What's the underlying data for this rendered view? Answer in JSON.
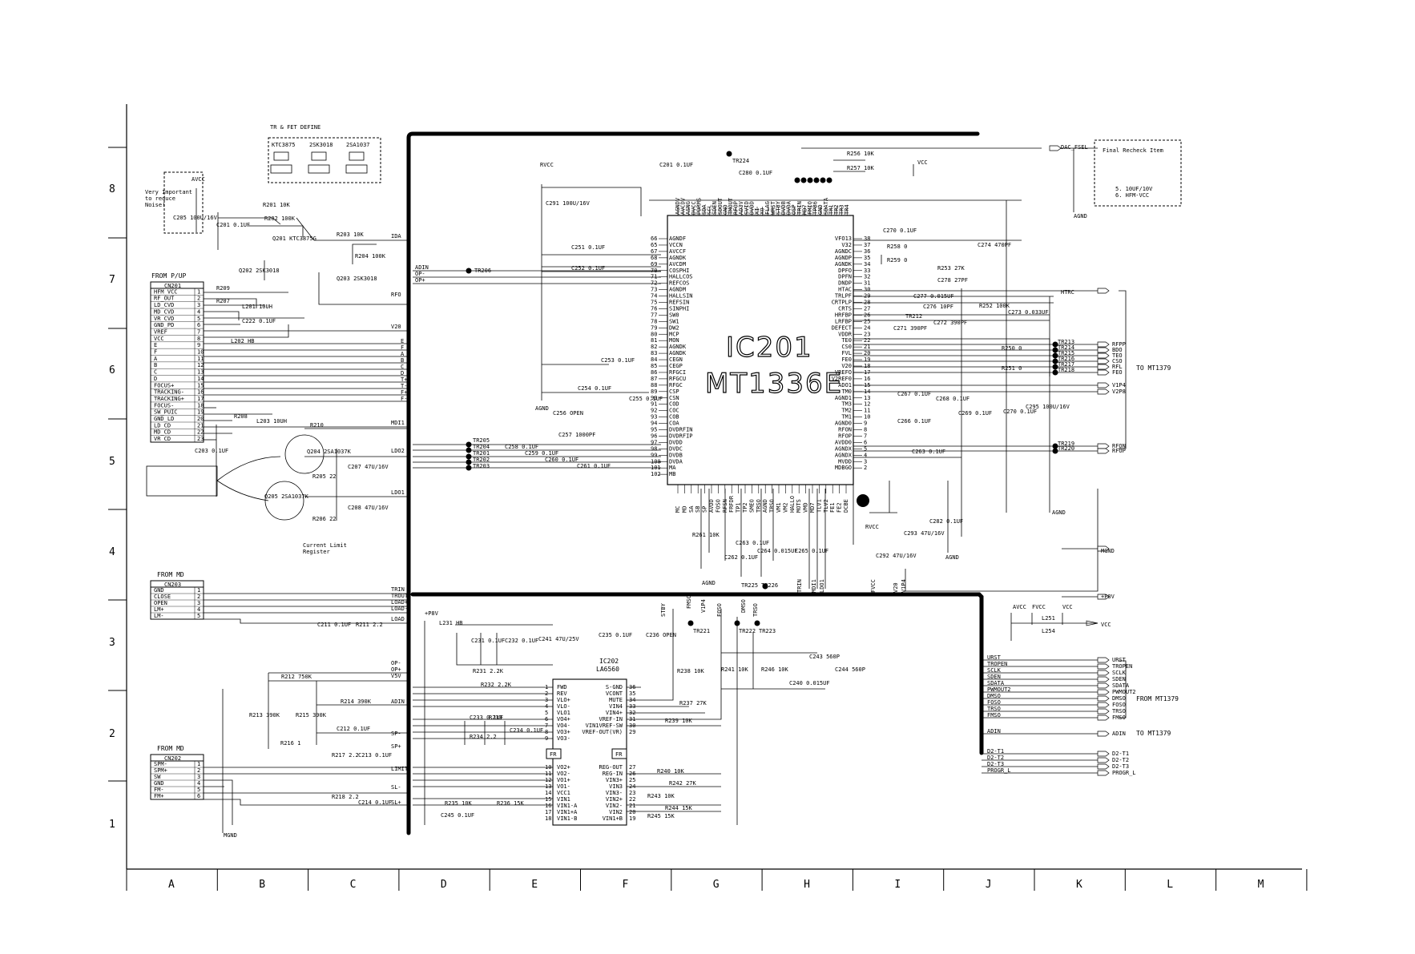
{
  "grid": {
    "rows": [
      "8",
      "7",
      "6",
      "5",
      "4",
      "3",
      "2",
      "1"
    ],
    "columns": [
      "A",
      "B",
      "C",
      "D",
      "E",
      "F",
      "G",
      "H",
      "I",
      "J",
      "K",
      "L",
      "M"
    ]
  },
  "notes": {
    "tr_fet_define": "TR & FET DEFINE",
    "tr_types": [
      "KTC3875",
      "2SK3018",
      "2SA1037"
    ],
    "very_important": [
      "Very Important",
      "to reduce",
      "Noise!"
    ],
    "final_recheck_title": "Final Recheck Item",
    "final_recheck_items": [
      "5. 10UF/10V",
      "6. HFM-VCC"
    ],
    "current_limit": [
      "Current Limit",
      "Register"
    ]
  },
  "ic201": {
    "ref": "IC201",
    "part": "MT1336E",
    "left_pins": [
      "AGNDF",
      "VCCN",
      "AVCCF",
      "AGNDK",
      "AVCDM",
      "COSPHI",
      "HALLCOS",
      "REFCOS",
      "AGNDM",
      "HALLSIN",
      "REFSIN",
      "SINPHI",
      "SW0",
      "SW1",
      "DW2",
      "MCP",
      "MON",
      "AGNDK",
      "AGNDK",
      "CEGN",
      "CEGP",
      "RFGCI",
      "RFGCU",
      "RFGC",
      "CSP",
      "CSN",
      "COD",
      "COC",
      "COB",
      "COA",
      "DVDRFIN",
      "DVDRFIP",
      "DVDD",
      "DVDC",
      "DVDB",
      "DVDA",
      "MA",
      "MB"
    ],
    "left_nums": [
      "66",
      "65",
      "67",
      "68",
      "69",
      "70",
      "71",
      "72",
      "73",
      "74",
      "75",
      "76",
      "77",
      "78",
      "79",
      "80",
      "81",
      "82",
      "83",
      "84",
      "85",
      "86",
      "87",
      "88",
      "89",
      "90",
      "91",
      "92",
      "93",
      "94",
      "95",
      "96",
      "97",
      "98",
      "99",
      "100",
      "101",
      "102"
    ],
    "right_pins": [
      "VFO13",
      "V32",
      "AGNDC",
      "AGNDP",
      "AGNDK",
      "DPFO",
      "DPFN",
      "DNDP",
      "HTAC",
      "TRLPF",
      "CRTPLP",
      "CRTS",
      "HRFBP",
      "LRFBP",
      "DEFECT",
      "VDDR",
      "TE0",
      "CS0",
      "FVL",
      "FE0",
      "V20",
      "VREFO",
      "V2REF0",
      "ADO1",
      "TM0",
      "AGND1",
      "TM3",
      "TM2",
      "TM1",
      "AGND0",
      "RFON",
      "RFOP",
      "AVDD0",
      "AGNDX",
      "AGNDX",
      "MVDD",
      "MDBGO"
    ],
    "right_nums": [
      "38",
      "37",
      "36",
      "35",
      "34",
      "33",
      "32",
      "31",
      "30",
      "29",
      "28",
      "27",
      "26",
      "25",
      "24",
      "23",
      "22",
      "21",
      "20",
      "19",
      "18",
      "17",
      "16",
      "15",
      "14",
      "13",
      "12",
      "11",
      "10",
      "9",
      "8",
      "7",
      "6",
      "5",
      "4",
      "3",
      "2"
    ],
    "top_pins": [
      "AGNDV",
      "AVCDV",
      "ASNG",
      "DVCC",
      "PDRMS",
      "SDA",
      "SCL",
      "SDEN",
      "SDOUT",
      "GND",
      "TMOUT",
      "RFOP",
      "AD3V",
      "SVID",
      "DVDD",
      "XI",
      "XO",
      "FLAG",
      "WRST",
      "STBY",
      "DVDB",
      "DVDA",
      "OSP",
      "TRIN",
      "MD7",
      "FMIO",
      "TPB6",
      "GND",
      "SDATA",
      "TR1",
      "TR2",
      "TR3",
      "TR4"
    ],
    "bottom_pins": [
      "MC",
      "MD",
      "SA",
      "SB",
      "SP",
      "AVDD",
      "FOSO",
      "RFSN",
      "FRFDR",
      "TP1",
      "TP2",
      "SMEO",
      "TRSO",
      "AGND",
      "TRSO",
      "VM1",
      "VM2",
      "HALLO",
      "MOTS",
      "VMD",
      "MD7",
      "TLV1",
      "TLV2",
      "FE1",
      "FE2",
      "DCBE"
    ]
  },
  "ic202": {
    "ref": "IC202",
    "part": "LA6560",
    "left_pins": [
      "FWD",
      "REV",
      "VLO+",
      "VLO-",
      "VLO1",
      "VO4+",
      "VO4-",
      "VO3+",
      "VO3-"
    ],
    "left_nums": [
      "1",
      "2",
      "3",
      "4",
      "5",
      "6",
      "7",
      "8",
      "9"
    ],
    "left_lower_pins": [
      "VO2+",
      "VO2-",
      "VO1+",
      "VO1-",
      "VCC1",
      "VIN1",
      "VIN1-A",
      "VIN1+A",
      "VIN1-B"
    ],
    "left_lower_nums": [
      "10",
      "11",
      "12",
      "13",
      "14",
      "15",
      "16",
      "17",
      "18"
    ],
    "right_pins": [
      "S-GND",
      "VCONT",
      "MUTE",
      "VIN4",
      "VIN4+",
      "VREF-IN",
      "VIN1VREF-SW",
      "VREF-OUT(VR)"
    ],
    "right_nums": [
      "36",
      "35",
      "34",
      "33",
      "32",
      "31",
      "30",
      "29"
    ],
    "right_lower_pins": [
      "REG-OUT",
      "REG-IN",
      "VIN3+",
      "VIN3",
      "VIN3-",
      "VIN2+",
      "VIN2-",
      "VIN2",
      "VIN1+B"
    ],
    "right_lower_nums": [
      "27",
      "26",
      "25",
      "24",
      "23",
      "22",
      "21",
      "20",
      "19"
    ],
    "fr": "FR"
  },
  "cn201": {
    "from": "FROM P/UP",
    "ref": "CN201",
    "pins": [
      "HFM_VCC",
      "RF_OUT",
      "LD_CVD",
      "MD_CVD",
      "VR_CVD",
      "GND_PD",
      "VREF",
      "VCC",
      "E",
      "F",
      "A",
      "B",
      "C",
      "D",
      "FOCUS+",
      "TRACKING-",
      "TRACKING+",
      "FOCUS-",
      "SW_PUIC",
      "GND_LD",
      "LD_CD",
      "MD_CD",
      "VR_CD"
    ],
    "nums": [
      "1",
      "2",
      "3",
      "4",
      "5",
      "6",
      "7",
      "8",
      "9",
      "10",
      "11",
      "12",
      "13",
      "14",
      "15",
      "16",
      "17",
      "18",
      "19",
      "20",
      "21",
      "22",
      "23"
    ]
  },
  "cn203": {
    "from": "FROM MD",
    "ref": "CN203",
    "pins": [
      "GND",
      "CLOSE",
      "OPEN",
      "LM+",
      "LM-"
    ],
    "nums": [
      "1",
      "2",
      "3",
      "4",
      "5"
    ]
  },
  "cn202": {
    "from": "FROM MD",
    "ref": "CN202",
    "pins": [
      "SPM-",
      "SPM+",
      "SW",
      "GND",
      "FM-",
      "FM+"
    ],
    "nums": [
      "1",
      "2",
      "3",
      "4",
      "5",
      "6"
    ]
  },
  "components": {
    "c205": "C205 100U/16V",
    "c201": "C201 0.1UF",
    "r201": "R201 10K",
    "r202": "R202 100K",
    "q201": "Q201 KTC3875G",
    "q202": "Q202 2SK3018",
    "q203": "Q203 2SK3018",
    "r203": "R203 10K",
    "r204": "R204 100K",
    "l201": "L201 10UH",
    "c222": "C222 0.1UF",
    "l202": "L202 HB",
    "r209": "R209",
    "r207": "R207",
    "r208": "R208",
    "l203": "L203 10UH",
    "r210": "R210",
    "c203": "C203 0.1UF",
    "q204": "Q204 2SA1037K",
    "q205": "Q205 2SA1037K",
    "r205": "R205 22",
    "r206": "R206 22",
    "c207": "C207 47U/16V",
    "c208": "C208 47U/16V",
    "c291": "C291 100U/16V",
    "c251": "C251 0.1UF",
    "c252": "C252 0.1UF",
    "c253": "C253 0.1UF",
    "c254": "C254 0.1UF",
    "c255": "C255 0.1UF",
    "c256": "C256 OPEN",
    "c257": "C257 1000PF",
    "c258": "C258 0.1UF",
    "c259": "C259 0.1UF",
    "c260": "C260 0.1UF",
    "c261": "C261 0.1UF",
    "c201b": "C201 0.1UF",
    "c280": "C280 0.1UF",
    "r256": "R256 10K",
    "r257": "R257 10K",
    "c270": "C270 0.1UF",
    "r258": "R258 0",
    "r259": "R259 0",
    "c274": "C274 470PF",
    "r253": "R253 27K",
    "c278": "C278 27PF",
    "c277": "C277 0.015UF",
    "c276": "C276 10PF",
    "r252": "R252 100K",
    "c273": "C273 0.033UF",
    "c271": "C271 390PF",
    "c272": "C272 390PF",
    "r250": "R250 0",
    "r251": "R251 0",
    "c267": "C267 0.1UF",
    "c268": "C268 0.1UF",
    "c269": "C269 0.1UF",
    "c266": "C266 0.1UF",
    "c270b": "C270 0.1UF",
    "c295": "C295 100U/16V",
    "c263": "C263 0.1UF",
    "c293": "C293 47U/16V",
    "c282": "C282 0.1UF",
    "c292": "C292 47U/16V",
    "r261": "R261 10K",
    "c265": "C265 0.1UF",
    "c262": "C262 0.1UF",
    "c264": "C264 0.015UF",
    "c211": "C211 0.1UF",
    "r211": "R211 2.2",
    "r212": "R212 750K",
    "r213": "R213 390K",
    "r214": "R214 390K",
    "r215": "R215 390K",
    "c212": "C212 0.1UF",
    "r216": "R216 1",
    "r217": "R217 2.2",
    "c213": "C213 0.1UF",
    "r218": "R218 2.2",
    "c214": "C214 0.1UF",
    "l231": "L231 HB",
    "c231": "C231 0.1UF",
    "c232": "C232 0.1UF",
    "c241": "C241 47U/25V",
    "r231": "R231 2.2K",
    "r232": "R232 2.2K",
    "c233": "C233 0.1UF",
    "r233": "R233",
    "c234": "C234 0.1UF",
    "r234": "R234 2.2",
    "c235": "C235 0.1UF",
    "c236": "C236 OPEN",
    "r235": "R235 10K",
    "r236": "R236 15K",
    "c245": "C245 0.1UF",
    "r237": "R237 27K",
    "r238": "R238 10K",
    "r239": "R239 10K",
    "r240": "R240 10K",
    "r241": "R241 10K",
    "r242": "R242 27K",
    "r243": "R243 10K",
    "r244": "R244 15K",
    "r245": "R245 15K",
    "r246": "R246 10K",
    "c240": "C240 0.015UF",
    "c243": "C243 560P",
    "c244": "C244 560P",
    "l251": "L251",
    "l254": "L254"
  },
  "nets_left": [
    "IDA",
    "RFO",
    "V20",
    "E",
    "F",
    "A",
    "B",
    "C",
    "D",
    "T+",
    "T-",
    "F+",
    "F-",
    "MDI1",
    "LDO2",
    "LDO1",
    "ADIN",
    "OP-",
    "OP+",
    "TR205",
    "TR204",
    "TR201",
    "TR202",
    "TR203",
    "TRIN",
    "TROUT",
    "LOAD+",
    "LOAD-",
    "LOAD",
    "OP-",
    "OP+",
    "V5V",
    "ADIN",
    "SP-",
    "SP+",
    "LIMIT",
    "SL-",
    "SL+"
  ],
  "nets_right_to1379_a": [
    "RFPP",
    "BDO",
    "TEO",
    "CSO",
    "RFL",
    "FEO"
  ],
  "tr_right_a": [
    "TR213",
    "TR214",
    "TR215",
    "TR216",
    "TR217",
    "TR218"
  ],
  "nets_right_to1379_b": [
    "V1P4",
    "V2P8"
  ],
  "nets_right_to1379_c": [
    "RFON",
    "RFOP"
  ],
  "tr_right_c": [
    "TR219",
    "TR220"
  ],
  "htrc": "HTRC",
  "dac_fsel": "DAC_FSEL",
  "to_mt1379": "TO MT1379",
  "from_mt1379": "FROM MT1379",
  "mgnd": "MGND",
  "p8v": "+P8V",
  "vcc": "VCC",
  "avcc": "AVCC",
  "fvcc": "FVCC",
  "rvcc": "RVCC",
  "agnd": "AGND",
  "bus_left": [
    "URST",
    "TROPEN",
    "SCLK",
    "SDEN",
    "SDATA",
    "PWMOUT2",
    "DMSO",
    "FOSO",
    "TRSO",
    "FMSO"
  ],
  "bus_right": [
    "URST",
    "TROPEN",
    "SCLK",
    "SDEN",
    "SDATA",
    "PWMOUT2",
    "DMSO",
    "FOSO",
    "TRSO",
    "FMSO"
  ],
  "adin_left": "ADIN",
  "adin_right": "ADIN",
  "dt_left": [
    "D2-T1",
    "D2-T2",
    "D2-T3",
    "PROGR_L"
  ],
  "dt_right": [
    "D2-T1",
    "D2-T2",
    "D2-T3",
    "PROGR_L"
  ],
  "tp_labels": [
    "TR206",
    "TR224",
    "TR221",
    "TR222",
    "TR223",
    "TR225",
    "TR226",
    "TR212"
  ],
  "mid_labels": [
    "STBY",
    "FMSO",
    "V1P4",
    "DMSO",
    "FOSO",
    "TRSO",
    "MDI1",
    "LDO1",
    "V20",
    "V1P4",
    "FVCC",
    "TRIN"
  ]
}
